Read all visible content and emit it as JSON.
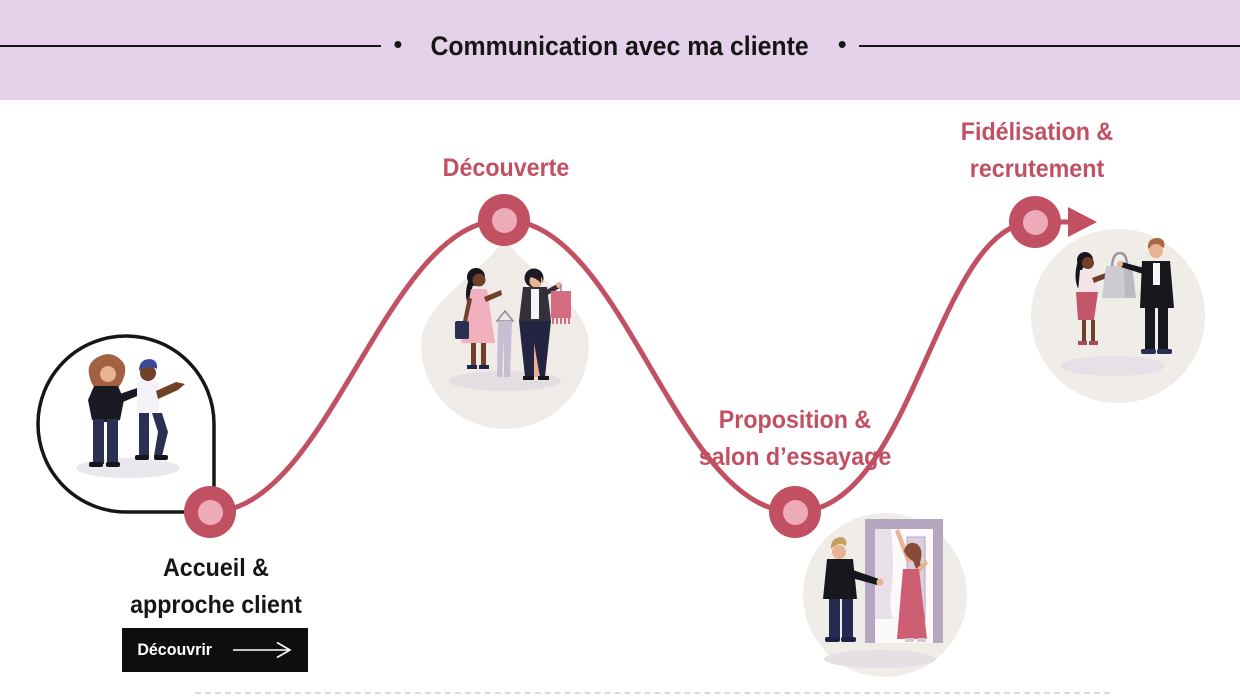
{
  "header": {
    "title": "Communication avec ma cliente",
    "bullet": "•"
  },
  "steps": [
    {
      "id": "accueil",
      "line1": "Accueil &",
      "line2": "approche client",
      "cta_label": "Découvrir"
    },
    {
      "id": "decouverte",
      "line1": "Découverte",
      "line2": ""
    },
    {
      "id": "proposition",
      "line1": "Proposition &",
      "line2": "salon d’essayage"
    },
    {
      "id": "fidelisation",
      "line1": "Fidélisation &",
      "line2": "recrutement"
    }
  ],
  "illustrations": {
    "accueil": "advisor-greeting-client-scene",
    "decouverte": "stylist-showing-clothes-scene",
    "proposition": "fitting-room-scene",
    "fidelisation": "customer-receiving-shopping-bag-scene"
  },
  "colors": {
    "band": "#e5d1e9",
    "accent": "#c25063",
    "accent_light": "#edabb9",
    "ink": "#161616",
    "blob": "#f0ebe7",
    "blob2": "#f0ece8",
    "shadow": "#e5e1e6",
    "button_bg": "#0e0e0e",
    "button_text": "#ffffff",
    "dashed": "#dddad4"
  }
}
